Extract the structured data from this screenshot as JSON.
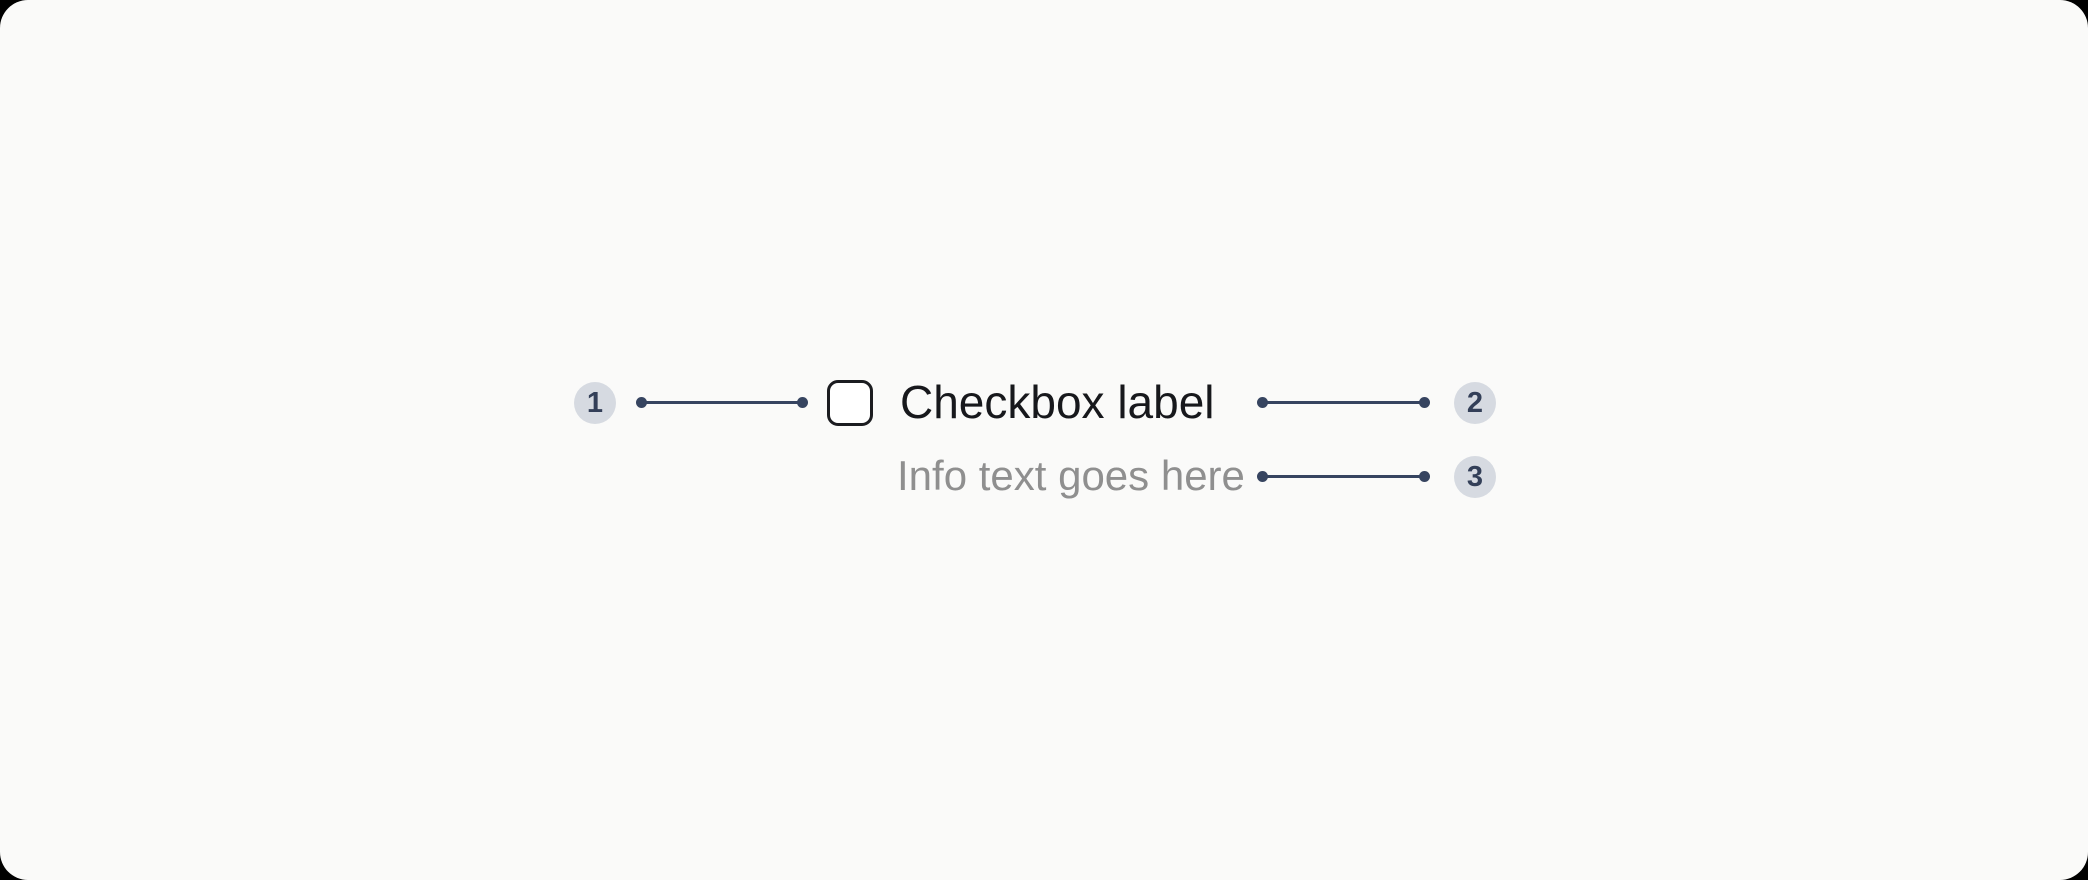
{
  "component": {
    "label": "Checkbox label",
    "info": "Info text goes here",
    "checkbox_checked": false
  },
  "annotations": [
    {
      "number": "1",
      "target": "checkbox-input"
    },
    {
      "number": "2",
      "target": "checkbox-label"
    },
    {
      "number": "3",
      "target": "info-text"
    }
  ],
  "colors": {
    "page_bg": "#000000",
    "card_bg": "#FAFAF9",
    "badge_bg": "#D6DAE1",
    "badge_text": "#333F58",
    "connector": "#364460",
    "checkbox_border": "#1B1C20",
    "checkbox_bg": "#FFFFFF",
    "label_text": "#17181C",
    "info_text": "#8F8F8F"
  }
}
